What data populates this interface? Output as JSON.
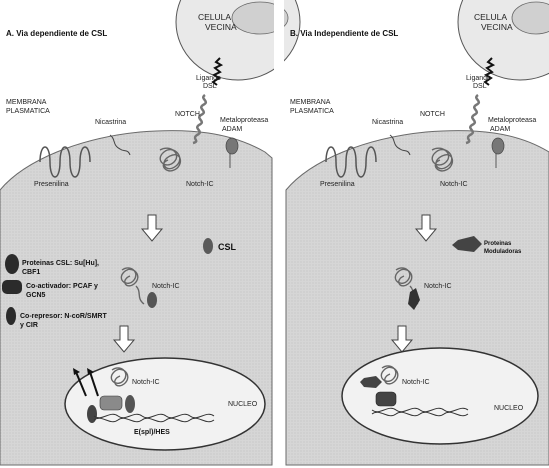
{
  "panel_a": {
    "title": "A. Via dependiente de CSL",
    "celula": "CELULA",
    "vecina": "VECINA",
    "ligando": "Ligando",
    "dsl": "DSL",
    "notch": "NOTCH",
    "membrana": "MEMBRANA",
    "plasmatica": "PLASMATICA",
    "nicastrina": "Nicastrina",
    "presenilina": "Presenilina",
    "metaloproteasa": "Metaloproteasa",
    "adam": "ADAM",
    "notch_ic_1": "Notch-IC",
    "notch_ic_2": "Notch-IC",
    "notch_ic_3": "Notch-IC",
    "csl": "CSL",
    "legend": {
      "csl_line1": "Proteinas CSL: Su[Hu],",
      "csl_line2": "CBF1",
      "coact_line1": "Co-activador: PCAF y",
      "coact_line2": "GCN5",
      "corep_line1": "Co-represor: N-coR/SMRT",
      "corep_line2": "y CIR"
    },
    "nucleo": "NUCLEO",
    "gene": "E(spl)/HES"
  },
  "panel_b": {
    "title": "B. Via Independiente de CSL",
    "celula": "CELULA",
    "vecina": "VECINA",
    "ligando": "Ligando",
    "dsl": "DSL",
    "notch": "NOTCH",
    "membrana": "MEMBRANA",
    "plasmatica": "PLASMATICA",
    "nicastrina": "Nicastrina",
    "presenilina": "Presenilina",
    "metaloproteasa": "Metaloproteasa",
    "adam": "ADAM",
    "notch_ic_1": "Notch-IC",
    "notch_ic_2": "Notch-IC",
    "notch_ic_3": "Notch-IC",
    "proteinas": "Proteinas",
    "moduladoras": "Moduladoras",
    "nucleo": "NUCLEO"
  },
  "colors": {
    "cell": "#d9d9d9",
    "cell_edge": "#555555",
    "neighbor": "#e4e4e4",
    "dark_protein": "#2b2b2b",
    "gray_protein": "#6f6f6f",
    "background": "#ffffff"
  }
}
